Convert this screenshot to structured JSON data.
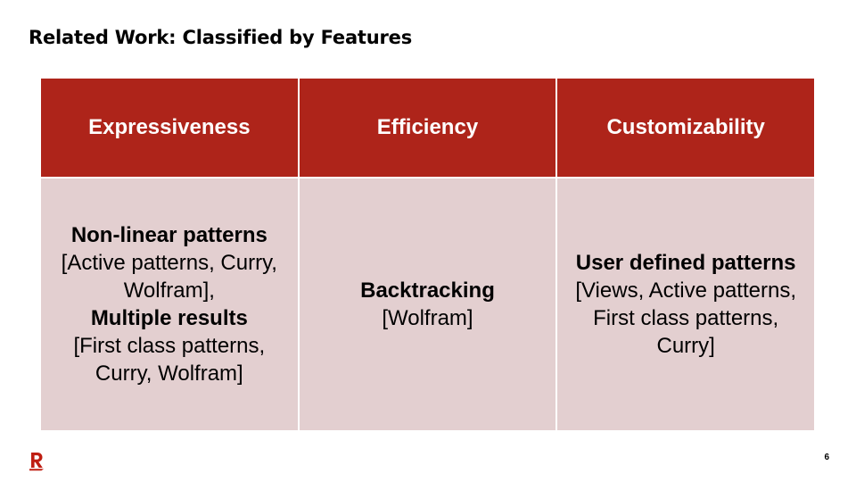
{
  "title": "Related Work: Classified by Features",
  "colors": {
    "header_background": "#ae241a",
    "cell_background": "#e3cfd0",
    "logo": "#bf1e12"
  },
  "table": {
    "headers": [
      "Expressiveness",
      "Efficiency",
      "Customizability"
    ],
    "cells": [
      {
        "lines": [
          {
            "text": "Non-linear patterns",
            "bold": true
          },
          {
            "text": "[Active patterns, Curry,",
            "bold": false
          },
          {
            "text": "Wolfram],",
            "bold": false
          },
          {
            "text": "Multiple results",
            "bold": true
          },
          {
            "text": "[First class patterns,",
            "bold": false
          },
          {
            "text": "Curry, Wolfram]",
            "bold": false
          }
        ]
      },
      {
        "lines": [
          {
            "text": "Backtracking",
            "bold": true
          },
          {
            "text": "[Wolfram]",
            "bold": false
          }
        ]
      },
      {
        "lines": [
          {
            "text": "User defined patterns",
            "bold": true
          },
          {
            "text": "[Views, Active patterns,",
            "bold": false
          },
          {
            "text": "First class patterns,",
            "bold": false
          },
          {
            "text": "Curry]",
            "bold": false
          }
        ]
      }
    ]
  },
  "footer": {
    "logo_icon": "rakuten-r-logo-icon",
    "page_number": "6"
  }
}
